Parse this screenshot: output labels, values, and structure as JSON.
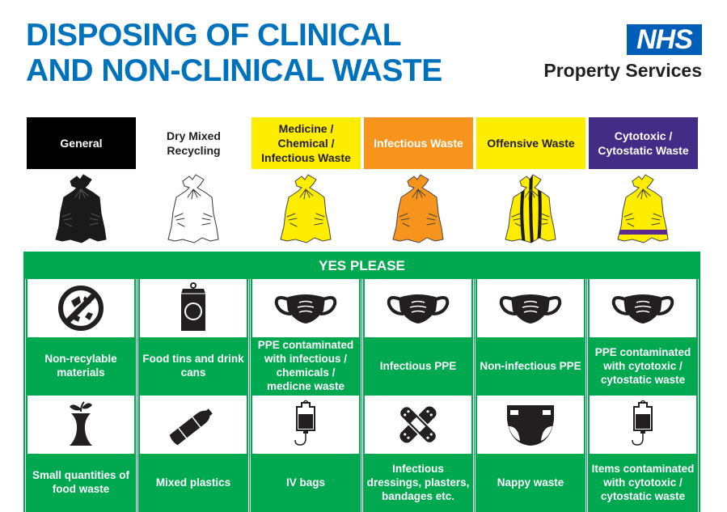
{
  "header": {
    "title_line1": "DISPOSING OF CLINICAL",
    "title_line2": "AND NON-CLINICAL WASTE",
    "logo_mark": "NHS",
    "logo_subtitle": "Property Services",
    "colors": {
      "title": "#0072bc",
      "logo": "#005eb8"
    }
  },
  "categories": [
    {
      "label": "General",
      "bg": "#000000",
      "fg": "#ffffff",
      "bag": "black-bag"
    },
    {
      "label": "Dry Mixed Recycling",
      "bg": "#ffffff",
      "fg": "#231f20",
      "bag": "clear-bag"
    },
    {
      "label": "Medicine / Chemical / Infectious Waste",
      "bg": "#ffed00",
      "fg": "#231f20",
      "bag": "yellow-bag"
    },
    {
      "label": "Infectious Waste",
      "bg": "#f7941d",
      "fg": "#ffffff",
      "bag": "orange-bag"
    },
    {
      "label": "Offensive Waste",
      "bg": "#ffed00",
      "fg": "#231f20",
      "bag": "yellow-black-striped-bag"
    },
    {
      "label": "Cytotoxic / Cytostatic Waste",
      "bg": "#432c85",
      "fg": "#ffffff",
      "bag": "yellow-purple-band-bag"
    }
  ],
  "panel": {
    "title": "YES PLEASE",
    "color": "#00a94f",
    "rows": [
      [
        {
          "icon": "no-recycle-icon",
          "label": "Non-recylable materials"
        },
        {
          "icon": "drink-can-icon",
          "label": "Food tins and drink cans"
        },
        {
          "icon": "face-mask-icon",
          "label": "PPE contaminated with infectious / chemicals / medicne waste"
        },
        {
          "icon": "face-mask-icon",
          "label": "Infectious PPE"
        },
        {
          "icon": "face-mask-icon",
          "label": "Non-infectious PPE"
        },
        {
          "icon": "face-mask-icon",
          "label": "PPE contaminated with cytotoxic / cytostatic waste"
        }
      ],
      [
        {
          "icon": "apple-core-icon",
          "label": "Small quantities of food waste"
        },
        {
          "icon": "plastic-bottle-icon",
          "label": "Mixed plastics"
        },
        {
          "icon": "iv-bag-icon",
          "label": "IV bags"
        },
        {
          "icon": "bandage-icon",
          "label": "Infectious dressings, plasters, bandages etc."
        },
        {
          "icon": "nappy-icon",
          "label": "Nappy waste"
        },
        {
          "icon": "iv-bag-icon",
          "label": "Items contaminated with cytotoxic / cytostatic waste"
        }
      ]
    ]
  }
}
